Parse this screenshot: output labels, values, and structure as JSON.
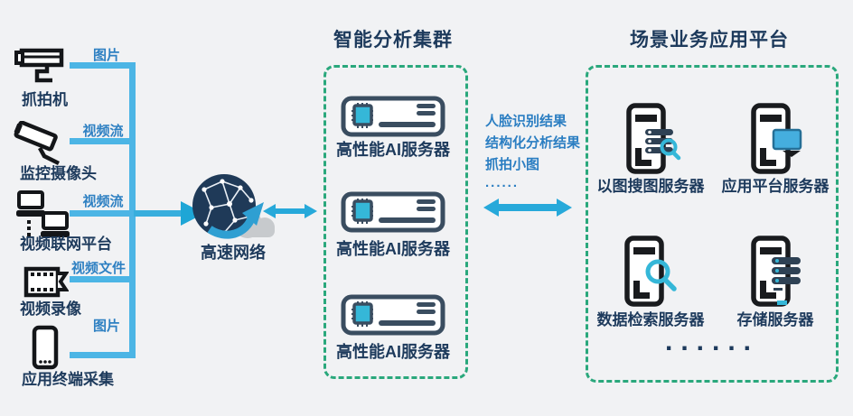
{
  "diagram_title": "",
  "colors": {
    "background": "#f1f2f4",
    "navy_text": "#1d3a5c",
    "blue_tag_text": "#2e80c2",
    "light_blue_line": "#4cb5e5",
    "teal_arrow": "#27a9da",
    "green_dashed_border": "#2aa87c",
    "server_slate": "#3a4d60",
    "chip_teal": "#35b7d8",
    "tower_black": "#191b1e",
    "cloud_gray": "#c7cacd"
  },
  "sources": {
    "items": [
      {
        "label": "抓拍机",
        "tag": "图片",
        "icon": "snapshot-camera-icon"
      },
      {
        "label": "监控摄像头",
        "tag": "视频流",
        "icon": "cctv-camera-icon"
      },
      {
        "label": "视频联网平台",
        "tag": "视频流",
        "icon": "networked-computers-icon"
      },
      {
        "label": "视频录像",
        "tag": "视频文件",
        "icon": "video-file-icon"
      },
      {
        "label": "应用终端采集",
        "tag": "图片",
        "icon": "smartphone-icon"
      }
    ]
  },
  "network": {
    "label": "高速网络"
  },
  "analysis_cluster": {
    "title": "智能分析集群",
    "servers": [
      {
        "label": "高性能AI服务器"
      },
      {
        "label": "高性能AI服务器"
      },
      {
        "label": "高性能AI服务器"
      }
    ]
  },
  "transfer": {
    "lines": [
      "人脸识别结果",
      "结构化分析结果",
      "抓拍小图",
      "......"
    ]
  },
  "application_platform": {
    "title": "场景业务应用平台",
    "servers": [
      {
        "label": "以图搜图服务器",
        "icon": "image-search-server-icon"
      },
      {
        "label": "应用平台服务器",
        "icon": "app-platform-server-icon"
      },
      {
        "label": "数据检索服务器",
        "icon": "data-retrieval-server-icon"
      },
      {
        "label": "存储服务器",
        "icon": "storage-server-icon"
      }
    ],
    "ellipsis": "......"
  }
}
